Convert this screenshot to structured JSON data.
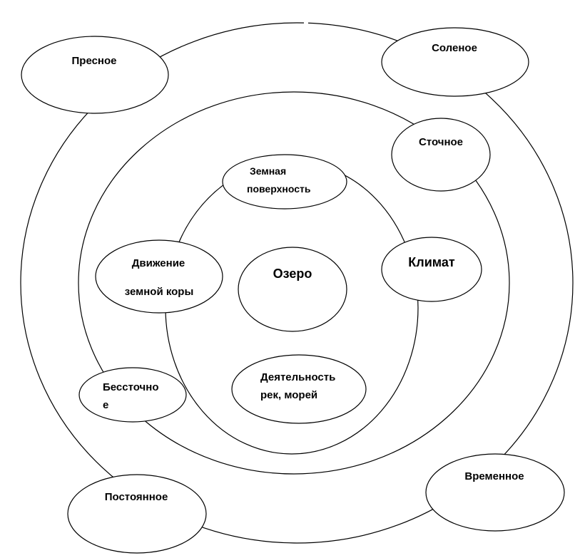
{
  "center": {
    "label": "Озеро"
  },
  "inner_ring": {
    "top": [
      "Земная",
      "поверхность"
    ],
    "left": [
      "Движение",
      "земной коры"
    ],
    "right": [
      "Климат"
    ],
    "bottom": [
      "Деятельность",
      "рек, морей"
    ]
  },
  "middle_ring": {
    "top_right": "Сточное",
    "bottom_left": [
      "Бессточно",
      "е"
    ]
  },
  "outer_ring": {
    "top_left": "Пресное",
    "top_right": "Соленое",
    "bottom_left": "Постоянное",
    "bottom_right": "Временное"
  },
  "colors": {
    "stroke": "#000000",
    "fill": "#ffffff",
    "text": "#000000"
  }
}
